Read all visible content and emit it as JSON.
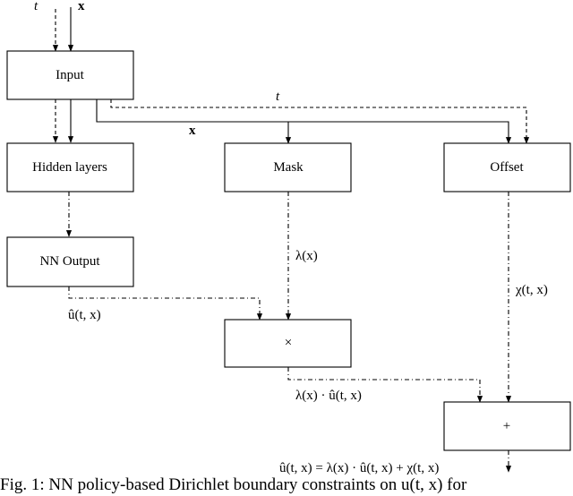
{
  "boxes": {
    "input": "Input",
    "hidden": "Hidden layers",
    "nn_output": "NN Output",
    "mask": "Mask",
    "offset": "Offset",
    "multiply": "×",
    "add": "+"
  },
  "labels": {
    "t": "t",
    "x": "x",
    "lambda_x": "λ(x)",
    "chi_tx": "χ(t, x)",
    "u_hat_tx": "û(t, x)",
    "lambda_times_u": "λ(x) · û(t, x)",
    "final_eq": "û(t, x) = λ(x) · û(t, x) + χ(t, x)"
  },
  "caption": "Fig. 1: NN policy-based Dirichlet boundary constraints on u(t, x) for"
}
